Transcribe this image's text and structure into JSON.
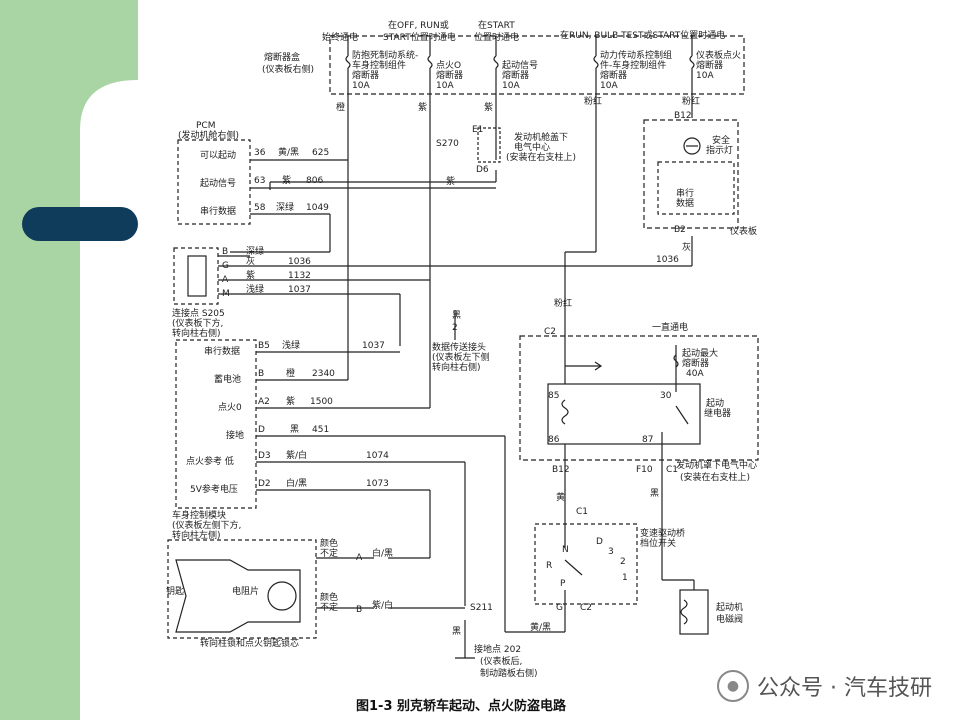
{
  "caption": "图1-3 别克轿车起动、点火防盗电路",
  "watermark": "公众号 · 汽车技研",
  "colors": {
    "slide_green": "#a9d5a4",
    "slide_navy": "#0f3c5a",
    "ink": "#222222"
  },
  "top_labels": {
    "always_on": "始终通电",
    "off_run_start": "在OFF, RUN或",
    "off_run_start_2": "START位置时通电",
    "start_only": "在START",
    "start_only_2": "位置时通电",
    "run_bulb": "在RUN, BULB TEST或START位置时通电"
  },
  "fuse_box": {
    "label": "熔断器盒",
    "label2": "(仪表板右侧)"
  },
  "fuses": [
    {
      "l1": "防抱死制动系统-",
      "l2": "车身控制组件",
      "l3": "熔断器",
      "l4": "10A"
    },
    {
      "l1": "点火O",
      "l2": "熔断器",
      "l3": "10A"
    },
    {
      "l1": "起动信号",
      "l2": "熔断器",
      "l3": "10A"
    },
    {
      "l1": "动力传动系控制组",
      "l2": "件-车身控制组件",
      "l3": "熔断器",
      "l4": "10A"
    },
    {
      "l1": "仪表板点火",
      "l2": "熔断器",
      "l3": "10A"
    }
  ],
  "pcm": {
    "title": "PCM",
    "subtitle": "(发动机舱右侧)",
    "rows": [
      {
        "label": "可以起动",
        "pin": "36",
        "color": "黄/黑",
        "circuit": "625"
      },
      {
        "label": "起动信号",
        "pin": "63",
        "color": "紫",
        "circuit": "806"
      },
      {
        "label": "串行数据",
        "pin": "58",
        "color": "深绿",
        "circuit": "1049"
      }
    ]
  },
  "splice": {
    "rows": [
      {
        "pin": "B",
        "color": "深绿",
        "circuit": ""
      },
      {
        "pin": "G",
        "color": "灰",
        "circuit": "1036"
      },
      {
        "pin": "A",
        "color": "紫",
        "circuit": "1132"
      },
      {
        "pin": "M",
        "color": "浅绿",
        "circuit": "1037"
      }
    ],
    "label": "连接点 S205",
    "label2": "(仪表板下方,",
    "label3": "转向柱右侧)"
  },
  "bcm": {
    "rows": [
      {
        "label": "串行数据",
        "pin": "B5",
        "color": "浅绿",
        "circuit": "1037"
      },
      {
        "label": "蓄电池",
        "pin": "B",
        "color": "橙",
        "circuit": "2340"
      },
      {
        "label": "点火0",
        "pin": "A2",
        "color": "紫",
        "circuit": "1500"
      },
      {
        "label": "接地",
        "pin": "D",
        "color": "黑",
        "circuit": "451"
      },
      {
        "label": "点火参考 低",
        "pin": "D3",
        "color": "紫/白",
        "circuit": "1074"
      },
      {
        "label": "5V参考电压",
        "pin": "D2",
        "color": "白/黑",
        "circuit": "1073"
      }
    ],
    "title": "车身控制模块",
    "sub1": "(仪表板左侧下方,",
    "sub2": "转向柱左侧)"
  },
  "splice_s270": "S270",
  "splice_s211": "S211",
  "underhood": {
    "l1": "发动机舱盖下",
    "l2": "电气中心",
    "l3": "(安装在右支柱上)",
    "e": "E1",
    "d": "D6",
    "wire": "紫"
  },
  "cluster": {
    "lamp": "安全",
    "lamp2": "指示灯",
    "serial": "串行",
    "serial2": "数据",
    "name": "仪表板",
    "b12": "B12",
    "b2": "B2",
    "wire_in": "粉红",
    "wire_out": "灰"
  },
  "dlc": {
    "pin": "2",
    "l1": "数据传送接头",
    "l2": "(仪表板左下侧",
    "l3": "转向柱右侧)"
  },
  "relay_box": {
    "always": "一直通电",
    "fuse": "起动最大",
    "fuse2": "熔断器",
    "fuse3": "40A",
    "relay": "起动",
    "relay2": "继电器",
    "pins": [
      "85",
      "86",
      "30",
      "87"
    ],
    "name": "发动机罩下电气中心",
    "name2": "(安装在右支柱上)",
    "c2": "C2",
    "b12": "B12",
    "f10": "F10",
    "c1": "C1"
  },
  "range_switch": {
    "l1": "变速驱动桥",
    "l2": "档位开关",
    "positions": [
      "N",
      "D",
      "3",
      "2",
      "R",
      "1",
      "P"
    ],
    "c": "C1",
    "g": "G",
    "c2": "C2"
  },
  "starter": {
    "l1": "起动机",
    "l2": "电磁阀"
  },
  "key_lock": {
    "key": "钥匙",
    "resistor": "电阻片",
    "title": "转向柱锁和点火钥匙锁芯",
    "color_a": "颜色",
    "color_a2": "不定",
    "pin_a": "A",
    "wire_a": "白/黑",
    "color_b": "颜色",
    "color_b2": "不定",
    "pin_b": "B",
    "wire_b": "紫/白"
  },
  "ground": {
    "label": "接地点 202",
    "l2": "(仪表板后,",
    "l3": "制动踏板右侧)",
    "wire": "黄/黑",
    "wire_black": "黑"
  },
  "wire_1036": "1036",
  "wire_pink": "粉红",
  "wire_yellow": "黄",
  "wire_black": "黑",
  "wire_purple": "紫",
  "wire_orange": "橙"
}
